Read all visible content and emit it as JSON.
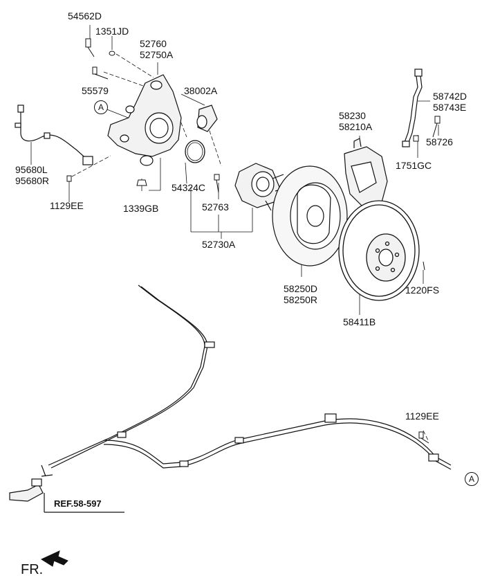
{
  "labels": {
    "p54562D": "54562D",
    "p1351JD": "1351JD",
    "p52760": "52760",
    "p52750A": "52750A",
    "p55579": "55579",
    "p38002A": "38002A",
    "p95680L": "95680L",
    "p95680R": "95680R",
    "p1129EE_top": "1129EE",
    "p1339GB": "1339GB",
    "p54324C": "54324C",
    "p52763": "52763",
    "p52730A": "52730A",
    "p58230": "58230",
    "p58210A": "58210A",
    "p58742D": "58742D",
    "p58743E": "58743E",
    "p58726": "58726",
    "p1751GC": "1751GC",
    "p58250D": "58250D",
    "p58250R": "58250R",
    "p1220FS": "1220FS",
    "p58411B": "58411B",
    "p1129EE_bottom": "1129EE"
  },
  "callouts": {
    "knuckle": "A",
    "cable_end": "A"
  },
  "reference": "REF.58-597",
  "front_marker": "FR.",
  "colors": {
    "line": "#111111",
    "background": "#ffffff",
    "part_fill": "#f2f2f2"
  }
}
